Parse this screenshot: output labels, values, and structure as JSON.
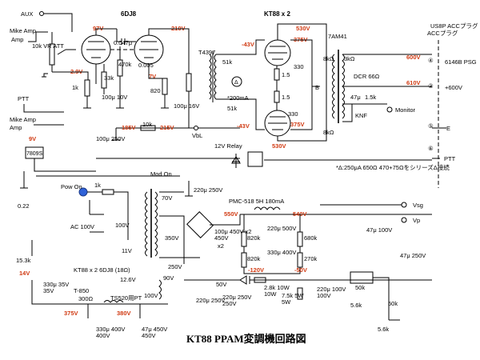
{
  "title": "KT88 PPAM変調機回路図",
  "note": "*Δ:250μA 650Ω 470+75ΩをシリーズΔ接続",
  "connector": {
    "title": "US8P ACCプラグ"
  },
  "tubes": {
    "preamp": "6DJ8",
    "output": "KT88 x 2",
    "heater_note": "KT88 x 2 6DJ8 (18Ω)"
  },
  "transformers": {
    "interstage": "T4397",
    "modulation": "7AM41",
    "choke": "PMC-518 5H 180mA",
    "filament": "T-850",
    "pass_tr": "TS520用PT"
  },
  "ports": {
    "aux": "AUX",
    "mike_amp": "Mike Amp",
    "ptt_in": "PTT",
    "mike_amp2": "Mike Amp",
    "vsg": "Vsg",
    "vp": "Vp",
    "pin_psg": "6146B PSG",
    "pin_plus600": "+600V",
    "pin_e": "E",
    "pin_ptt": "PTT",
    "monitor": "Monitor",
    "knf": "KNF",
    "dcr": "DCR 66Ω",
    "relay": "12V Relay",
    "pow_on": "Pow On",
    "mod_on": "Mod On",
    "ac100": "AC 100V",
    "vbl": "VbL"
  },
  "pins": {
    "p4": "④",
    "p2": "②",
    "p5": "⑤",
    "p6": "⑥"
  },
  "labels": {
    "vr": "10k VR ATT",
    "c047": "0.047μ",
    "r470k": "470k",
    "r1k_a": "1k",
    "r33k": "33k",
    "c100_10": "100μ 10V",
    "c0005": "0.005",
    "r820": "820",
    "c100_16": "100μ 16V",
    "r51k_a": "51k",
    "r51k_b": "51k",
    "r15a": "1.5",
    "r15b": "1.5",
    "r330a": "330",
    "r330b": "330",
    "r8k_a": "8kΩ",
    "r8k_b": "8kΩ",
    "r3k": "3kΩ",
    "c47": "47μ",
    "r15k": "1.5k",
    "ma200": "*200mA",
    "node_b": "B",
    "r10k": "10k",
    "c100_250": "100μ 250V",
    "reg": "7809S",
    "c022": "0.22",
    "r1k_pow": "1k",
    "v100": "100V",
    "v70": "70V",
    "v350": "350V",
    "v11": "11V",
    "v250": "250V",
    "v90": "90V",
    "v100b": "100V",
    "v12_6": "12.6V",
    "v50": "50V",
    "r15_3k": "15.3k",
    "c330_35": "330μ 35V",
    "r300": "300Ω",
    "c220_250": "220μ 250V",
    "c100_450": "100μ 450V x2",
    "r820k_a": "820k",
    "r820k_b": "820k",
    "c220_500": "220μ 500V",
    "c330_400": "330μ 400V",
    "r680k": "680k",
    "r270k": "270k",
    "c47_100": "47μ 100V",
    "c47_250": "47μ 250V",
    "r2_8k": "2.8k 10W",
    "r7_5k": "7.5k 5W",
    "c220_250b": "220μ 250V",
    "c220_100": "220μ 100V",
    "r50k_a": "50k",
    "r5_6k_a": "5.6k",
    "r50k_b": "50k",
    "r5_6k_b": "5.6k",
    "c330_400b": "330μ 400V",
    "c47_450": "47μ 450V",
    "c220_250c": "220μ 250V"
  },
  "voltages": {
    "v97": "97V",
    "v2_9": "2.9V",
    "v210": "210V",
    "v7": "7V",
    "v185": "185V",
    "v215": "215V",
    "v530a": "530V",
    "v530b": "530V",
    "v375a": "375V",
    "v375b": "375V",
    "vm43a": "-43V",
    "vm43b": "-43V",
    "v600": "600V",
    "v610": "610V",
    "v9": "9V",
    "v14": "14V",
    "v550": "550V",
    "v540": "540V",
    "vm120": "-120V",
    "vm50": "-50V",
    "v375c": "375V",
    "v380": "380V"
  }
}
